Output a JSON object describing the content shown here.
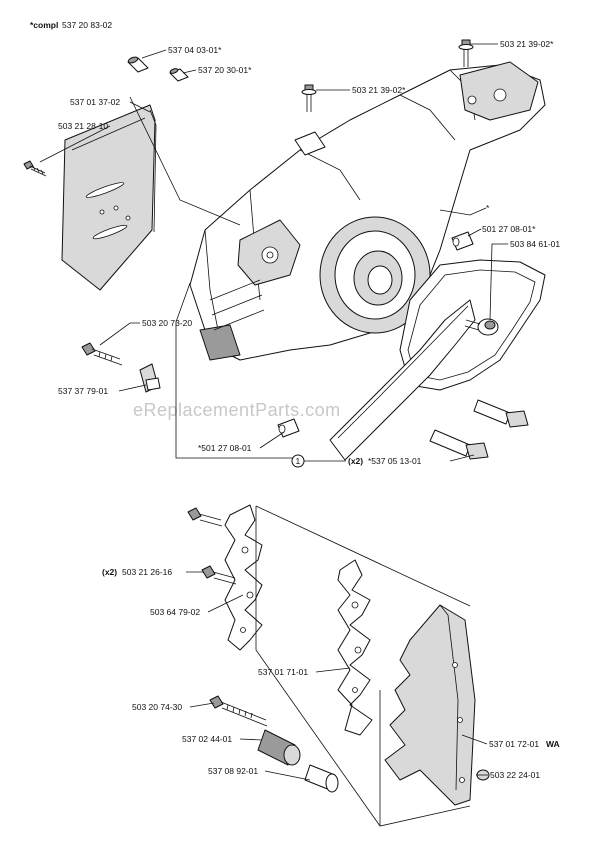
{
  "title": {
    "prefix": "*compl",
    "number": "537 20 83-02"
  },
  "watermark": "eReplacementParts.com",
  "callout_number": "1",
  "labels": {
    "l_537_04_03_01": "537 04 03-01*",
    "l_537_20_30_01": "537 20 30-01*",
    "l_503_21_39_02_top": "503 21 39-02*",
    "l_503_21_39_02_mid": "503 21 39-02*",
    "l_537_01_37_02": "537 01 37-02",
    "l_503_21_28_10": "503 21 28-10",
    "l_star": "*",
    "l_501_27_08_01_right": "501 27 08-01*",
    "l_503_84_61_01": "503 84 61-01",
    "l_503_20_73_20": "503 20 73-20",
    "l_537_37_79_01": "537 37 79-01",
    "l_501_27_08_01_left": "*501 27 08-01",
    "l_x2_a": "(x2)",
    "l_537_05_13_01": "*537 05 13-01",
    "l_x2_b": "(x2)",
    "l_503_21_26_16": "503 21 26-16",
    "l_503_64_79_02": "503 64 79-02",
    "l_537_01_71_01": "537 01 71-01",
    "l_503_20_74_30": "503 20 74-30",
    "l_537_02_44_01": "537 02 44-01",
    "l_537_08_92_01": "537 08 92-01",
    "l_537_01_72_01": "537 01 72-01",
    "l_wa": "WA",
    "l_503_22_24_01": "503 22 24-01"
  }
}
